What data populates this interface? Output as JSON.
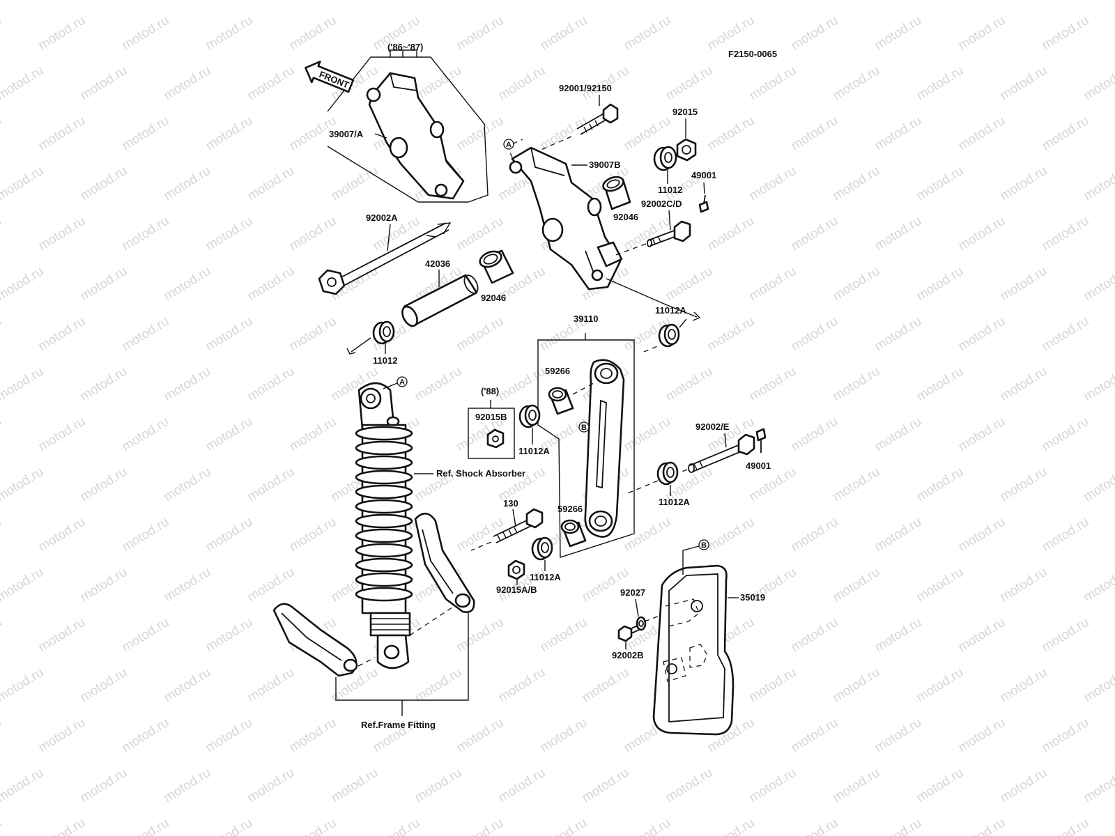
{
  "watermark": "motod.ru",
  "diagram_code": "F2150-0065",
  "front_label": "FRONT",
  "variants": {
    "early_years": "('86~'87)",
    "late_year": "('88)"
  },
  "ref_labels": {
    "shock_absorber": "Ref. Shock Absorber",
    "frame_fitting": "Ref.Frame Fitting"
  },
  "markers": {
    "a": "A",
    "b": "B"
  },
  "part_labels": {
    "p39007a": "39007/A",
    "p92002a": "92002A",
    "p42036": "42036",
    "p92046_lower": "92046",
    "p11012_left": "11012",
    "p92001": "92001/92150",
    "p39007b": "39007B",
    "p92015": "92015",
    "p11012_right": "11012",
    "p49001_top": "49001",
    "p92046_upper": "92046",
    "p92002cd": "92002C/D",
    "p11012a_top": "11012A",
    "p39110": "39110",
    "p59266_top": "59266",
    "p92015b": "92015B",
    "p11012a_mid": "11012A",
    "p92002e": "92002/E",
    "p49001_right": "49001",
    "p11012a_right": "11012A",
    "p130": "130",
    "p59266_bottom": "59266",
    "p92015ab": "92015A/B",
    "p11012a_bottom": "11012A",
    "p92027": "92027",
    "p35019": "35019",
    "p92002b": "92002B"
  }
}
